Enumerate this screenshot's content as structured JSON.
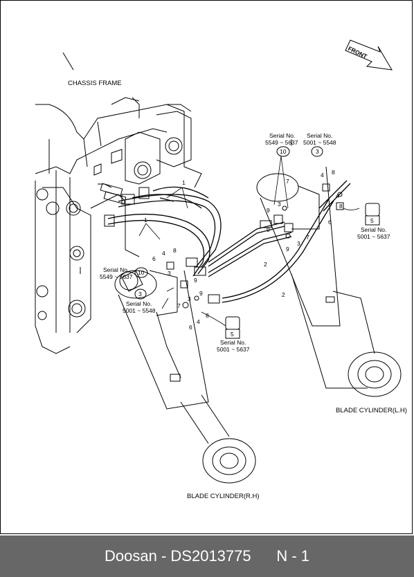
{
  "labels": {
    "chassis_frame": "CHASSIS FRAME",
    "front": "FRONT",
    "blade_cylinder_lh": "BLADE CYLINDER(L.H)",
    "blade_cylinder_rh": "BLADE CYLINDER(R.H)",
    "serial_no": "Serial No.",
    "serial_range_a": "5549 ~ 5637",
    "serial_range_b": "5001 ~ 5548",
    "serial_range_c": "5001 ~ 5637"
  },
  "callouts": {
    "n1": "1",
    "n2": "2",
    "n3": "3",
    "n4": "4",
    "n5": "5",
    "n6": "6",
    "n7": "7",
    "n8": "8",
    "n9": "9",
    "n10": "10"
  },
  "footer": {
    "brand": "Doosan",
    "sep": " - ",
    "part_number": "DS2013775",
    "code": "N - 1"
  }
}
